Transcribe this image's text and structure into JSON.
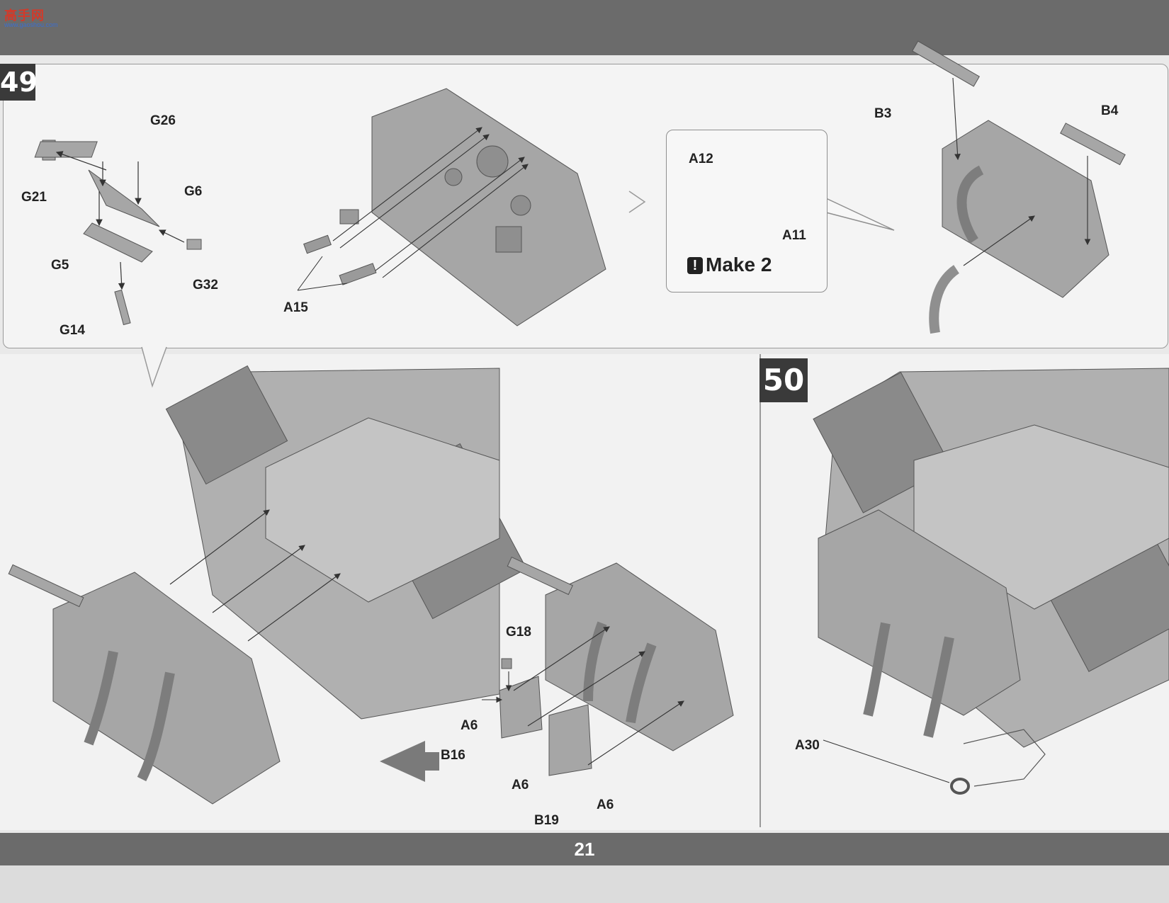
{
  "watermark": {
    "brand": "高手网",
    "sub": "www.gaoshou.com"
  },
  "steps": {
    "step49": "49",
    "step50": "50"
  },
  "inset": {
    "make_text": "Make 2",
    "make_icon": "exclamation-icon"
  },
  "labels": {
    "G26": "G26",
    "G21": "G21",
    "G6": "G6",
    "G5": "G5",
    "G32": "G32",
    "G14": "G14",
    "A15": "A15",
    "A12": "A12",
    "A11": "A11",
    "B3": "B3",
    "B4": "B4",
    "G18": "G18",
    "A6a": "A6",
    "B16": "B16",
    "A6b": "A6",
    "A6c": "A6",
    "B19": "B19",
    "A30": "A30"
  },
  "page_number": "21",
  "colors": {
    "bar": "#6b6b6b",
    "step_box": "#3a3a3a",
    "part": "#a6a6a6",
    "part_dark": "#7d7d7d"
  }
}
